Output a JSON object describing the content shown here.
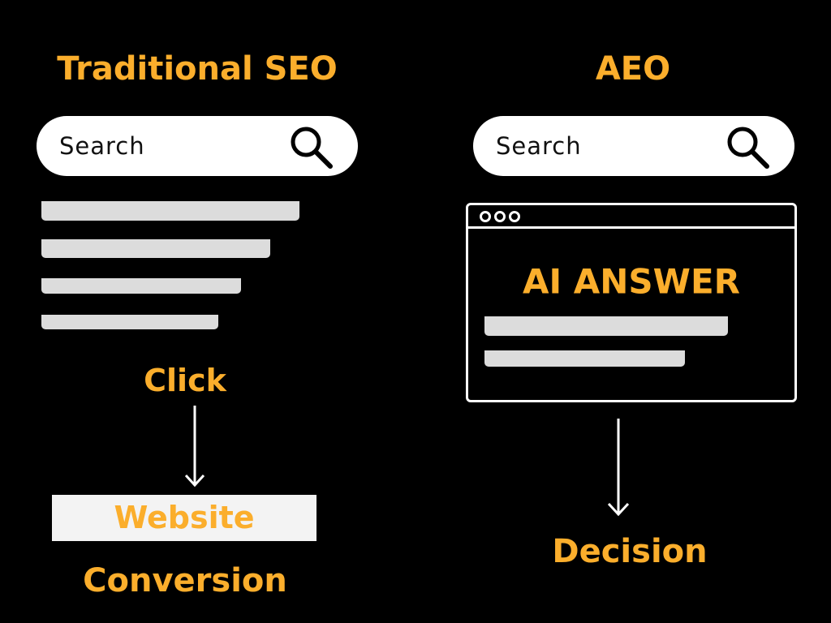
{
  "left": {
    "title": "Traditional SEO",
    "search_placeholder": "Search",
    "search_icon": "magnifier-icon",
    "result_count": 4,
    "click_label": "Click",
    "website_label": "Website",
    "conversion_label": "Conversion"
  },
  "right": {
    "title": "AEO",
    "search_placeholder": "Search",
    "search_icon": "magnifier-icon",
    "answer_heading": "AI ANSWER",
    "decision_label": "Decision"
  },
  "colors": {
    "accent": "#FBAE2C",
    "background": "#000000",
    "bar": "#DCDCDC"
  }
}
